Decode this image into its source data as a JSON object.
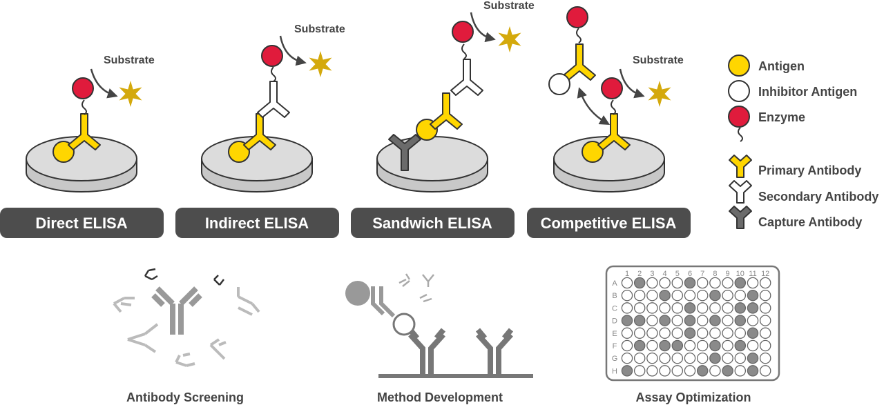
{
  "colors": {
    "antigen": "#FFD600",
    "enzyme": "#E01B3C",
    "substrate": "#D4A90C",
    "primary_antibody": "#FFD600",
    "secondary_antibody": "#FFFFFF",
    "capture_antibody": "#6B6B6B",
    "plate": "#DCDCDC",
    "button": "#4D4D4D",
    "outline": "#333333"
  },
  "panels": [
    {
      "title": "Direct ELISA",
      "substrate_label": "Substrate"
    },
    {
      "title": "Indirect ELISA",
      "substrate_label": "Substrate"
    },
    {
      "title": "Sandwich ELISA",
      "substrate_label": "Substrate"
    },
    {
      "title": "Competitive ELISA",
      "substrate_label": "Substrate"
    }
  ],
  "legend": {
    "items": [
      {
        "label": "Antigen",
        "icon": "antigen-icon"
      },
      {
        "label": "Inhibitor Antigen",
        "icon": "inhibitor-antigen-icon"
      },
      {
        "label": "Enzyme",
        "icon": "enzyme-icon"
      },
      {
        "label": "Primary Antibody",
        "icon": "primary-antibody-icon"
      },
      {
        "label": "Secondary Antibody",
        "icon": "secondary-antibody-icon"
      },
      {
        "label": "Capture Antibody",
        "icon": "capture-antibody-icon"
      }
    ]
  },
  "applications": [
    {
      "label": "Antibody Screening",
      "icon": "antibody-screening-icon"
    },
    {
      "label": "Method Development",
      "icon": "method-development-icon"
    },
    {
      "label": "Assay Optimization",
      "icon": "assay-optimization-icon"
    }
  ],
  "well_plate": {
    "columns": [
      "1",
      "2",
      "3",
      "4",
      "5",
      "6",
      "7",
      "8",
      "9",
      "10",
      "11",
      "12"
    ],
    "rows": [
      "A",
      "B",
      "C",
      "D",
      "E",
      "F",
      "G",
      "H"
    ],
    "filled_wells": {
      "A": [
        2,
        6,
        10
      ],
      "B": [
        4,
        8,
        11
      ],
      "C": [
        6,
        10,
        11
      ],
      "D": [
        1,
        2,
        4,
        6,
        8,
        10
      ],
      "E": [
        6,
        11
      ],
      "F": [
        2,
        4,
        5,
        8,
        10
      ],
      "G": [
        8,
        11
      ],
      "H": [
        1,
        7,
        9,
        11
      ]
    }
  }
}
